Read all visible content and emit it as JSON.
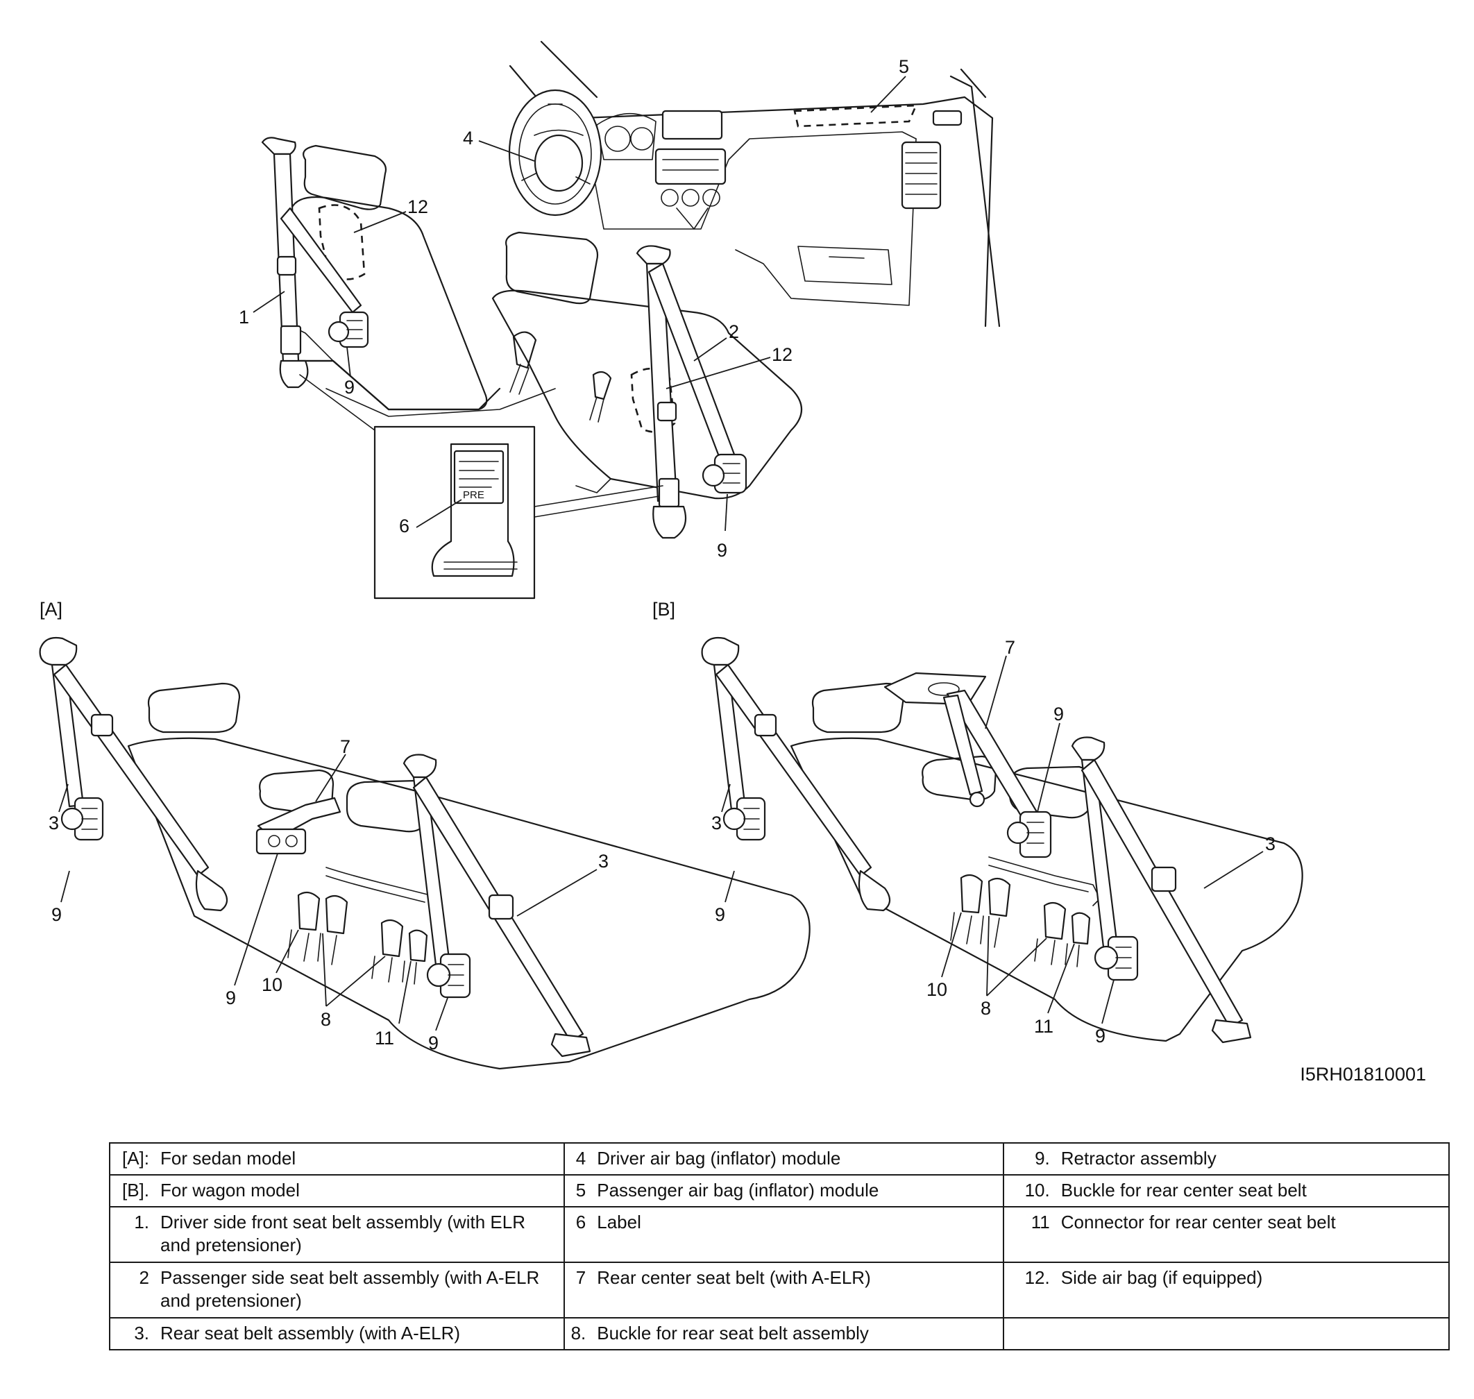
{
  "figure": {
    "callouts": {
      "n1": "1",
      "n2": "2",
      "n3": "3",
      "n4": "4",
      "n5": "5",
      "n6": "6",
      "n7": "7",
      "n8": "8",
      "n9": "9",
      "n10": "10",
      "n11": "11",
      "n12": "12"
    },
    "view_tags": {
      "sedan": "[A]",
      "wagon": "[B]"
    },
    "inset_label_text": "PRE",
    "figure_code": "I5RH01810001"
  },
  "legend": {
    "rows": [
      [
        {
          "key": "[A]:",
          "text": "For sedan model"
        },
        {
          "key": "4",
          "text": "Driver air bag (inflator) module"
        },
        {
          "key": "9.",
          "text": "Retractor assembly"
        }
      ],
      [
        {
          "key": "[B].",
          "text": "For wagon model"
        },
        {
          "key": "5",
          "text": "Passenger air bag (inflator) module"
        },
        {
          "key": "10.",
          "text": "Buckle for rear center seat belt"
        }
      ],
      [
        {
          "key": "1.",
          "text": "Driver side front seat belt assembly (with ELR and pretensioner)"
        },
        {
          "key": "6",
          "text": "Label"
        },
        {
          "key": "11",
          "text": "Connector for rear center seat belt"
        }
      ],
      [
        {
          "key": "2",
          "text": "Passenger side seat belt assembly (with A-ELR and pretensioner)"
        },
        {
          "key": "7",
          "text": "Rear center seat belt (with A-ELR)"
        },
        {
          "key": "12.",
          "text": "Side air bag (if equipped)"
        }
      ],
      [
        {
          "key": "3.",
          "text": "Rear seat belt assembly (with A-ELR)"
        },
        {
          "key": "8.",
          "text": "Buckle for rear seat belt assembly"
        },
        {
          "key": "",
          "text": ""
        }
      ]
    ]
  }
}
